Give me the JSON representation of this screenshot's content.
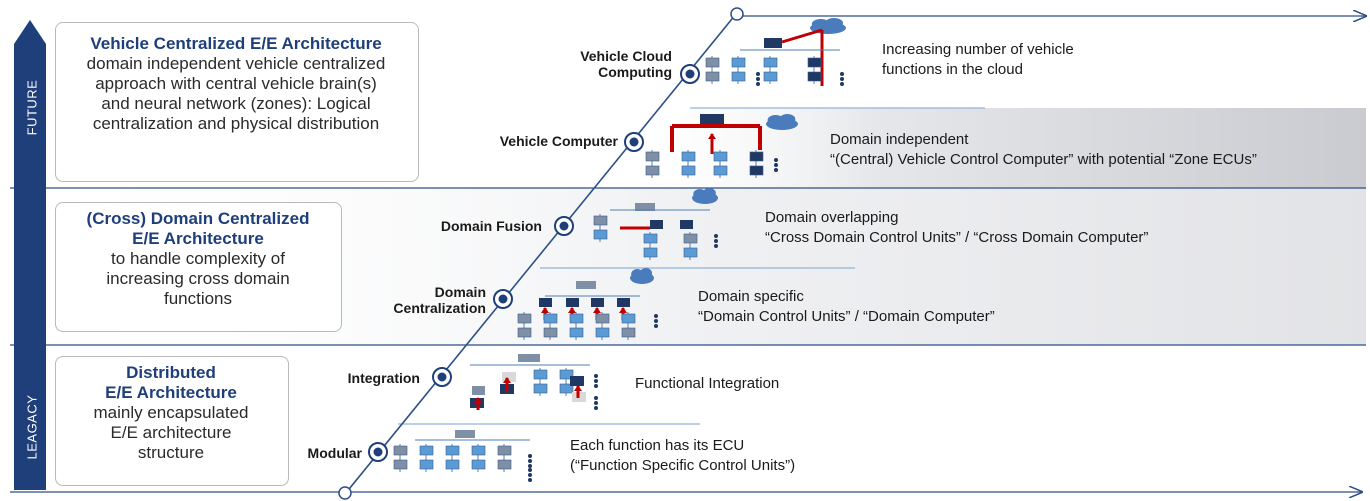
{
  "tiers": {
    "future": {
      "label": "FUTURE",
      "title": "Vehicle Centralized E/E Architecture",
      "lines": [
        "domain independent vehicle centralized",
        "approach with central vehicle brain(s)",
        "and neural network (zones): Logical",
        "centralization and physical distribution"
      ]
    },
    "middle": {
      "title_lines": [
        "(Cross) Domain Centralized",
        "E/E Architecture"
      ],
      "lines": [
        "to handle complexity of",
        "increasing cross domain",
        "functions"
      ]
    },
    "legacy": {
      "label": "LEAGACY",
      "title_lines": [
        "Distributed",
        "E/E Architecture"
      ],
      "lines": [
        "mainly encapsulated",
        "E/E architecture",
        "structure"
      ]
    }
  },
  "stages": [
    {
      "name_lines": [
        "Vehicle Cloud",
        "Computing"
      ],
      "desc_lines": [
        "Increasing number of vehicle",
        "functions in the cloud"
      ]
    },
    {
      "name_lines": [
        "Vehicle Computer"
      ],
      "desc_lines": [
        "Domain independent",
        "“(Central) Vehicle Control Computer” with potential “Zone ECUs”"
      ]
    },
    {
      "name_lines": [
        "Domain Fusion"
      ],
      "desc_lines": [
        "Domain overlapping",
        "“Cross Domain Control Units” / “Cross Domain Computer”"
      ]
    },
    {
      "name_lines": [
        "Domain",
        "Centralization"
      ],
      "desc_lines": [
        "Domain specific",
        "“Domain Control Units” / “Domain Computer”"
      ]
    },
    {
      "name_lines": [
        "Integration"
      ],
      "desc_lines": [
        "Functional Integration"
      ]
    },
    {
      "name_lines": [
        "Modular"
      ],
      "desc_lines": [
        "Each function has its ECU",
        "(“Function Specific Control Units”)"
      ]
    }
  ],
  "colors": {
    "navy": "#1f3f7a",
    "ecu_light": "#5b9bd5",
    "ecu_grey": "#7f8fa6",
    "ecu_dark": "#1f3864",
    "red": "#c00000",
    "cloud": "#4a7bbd"
  }
}
